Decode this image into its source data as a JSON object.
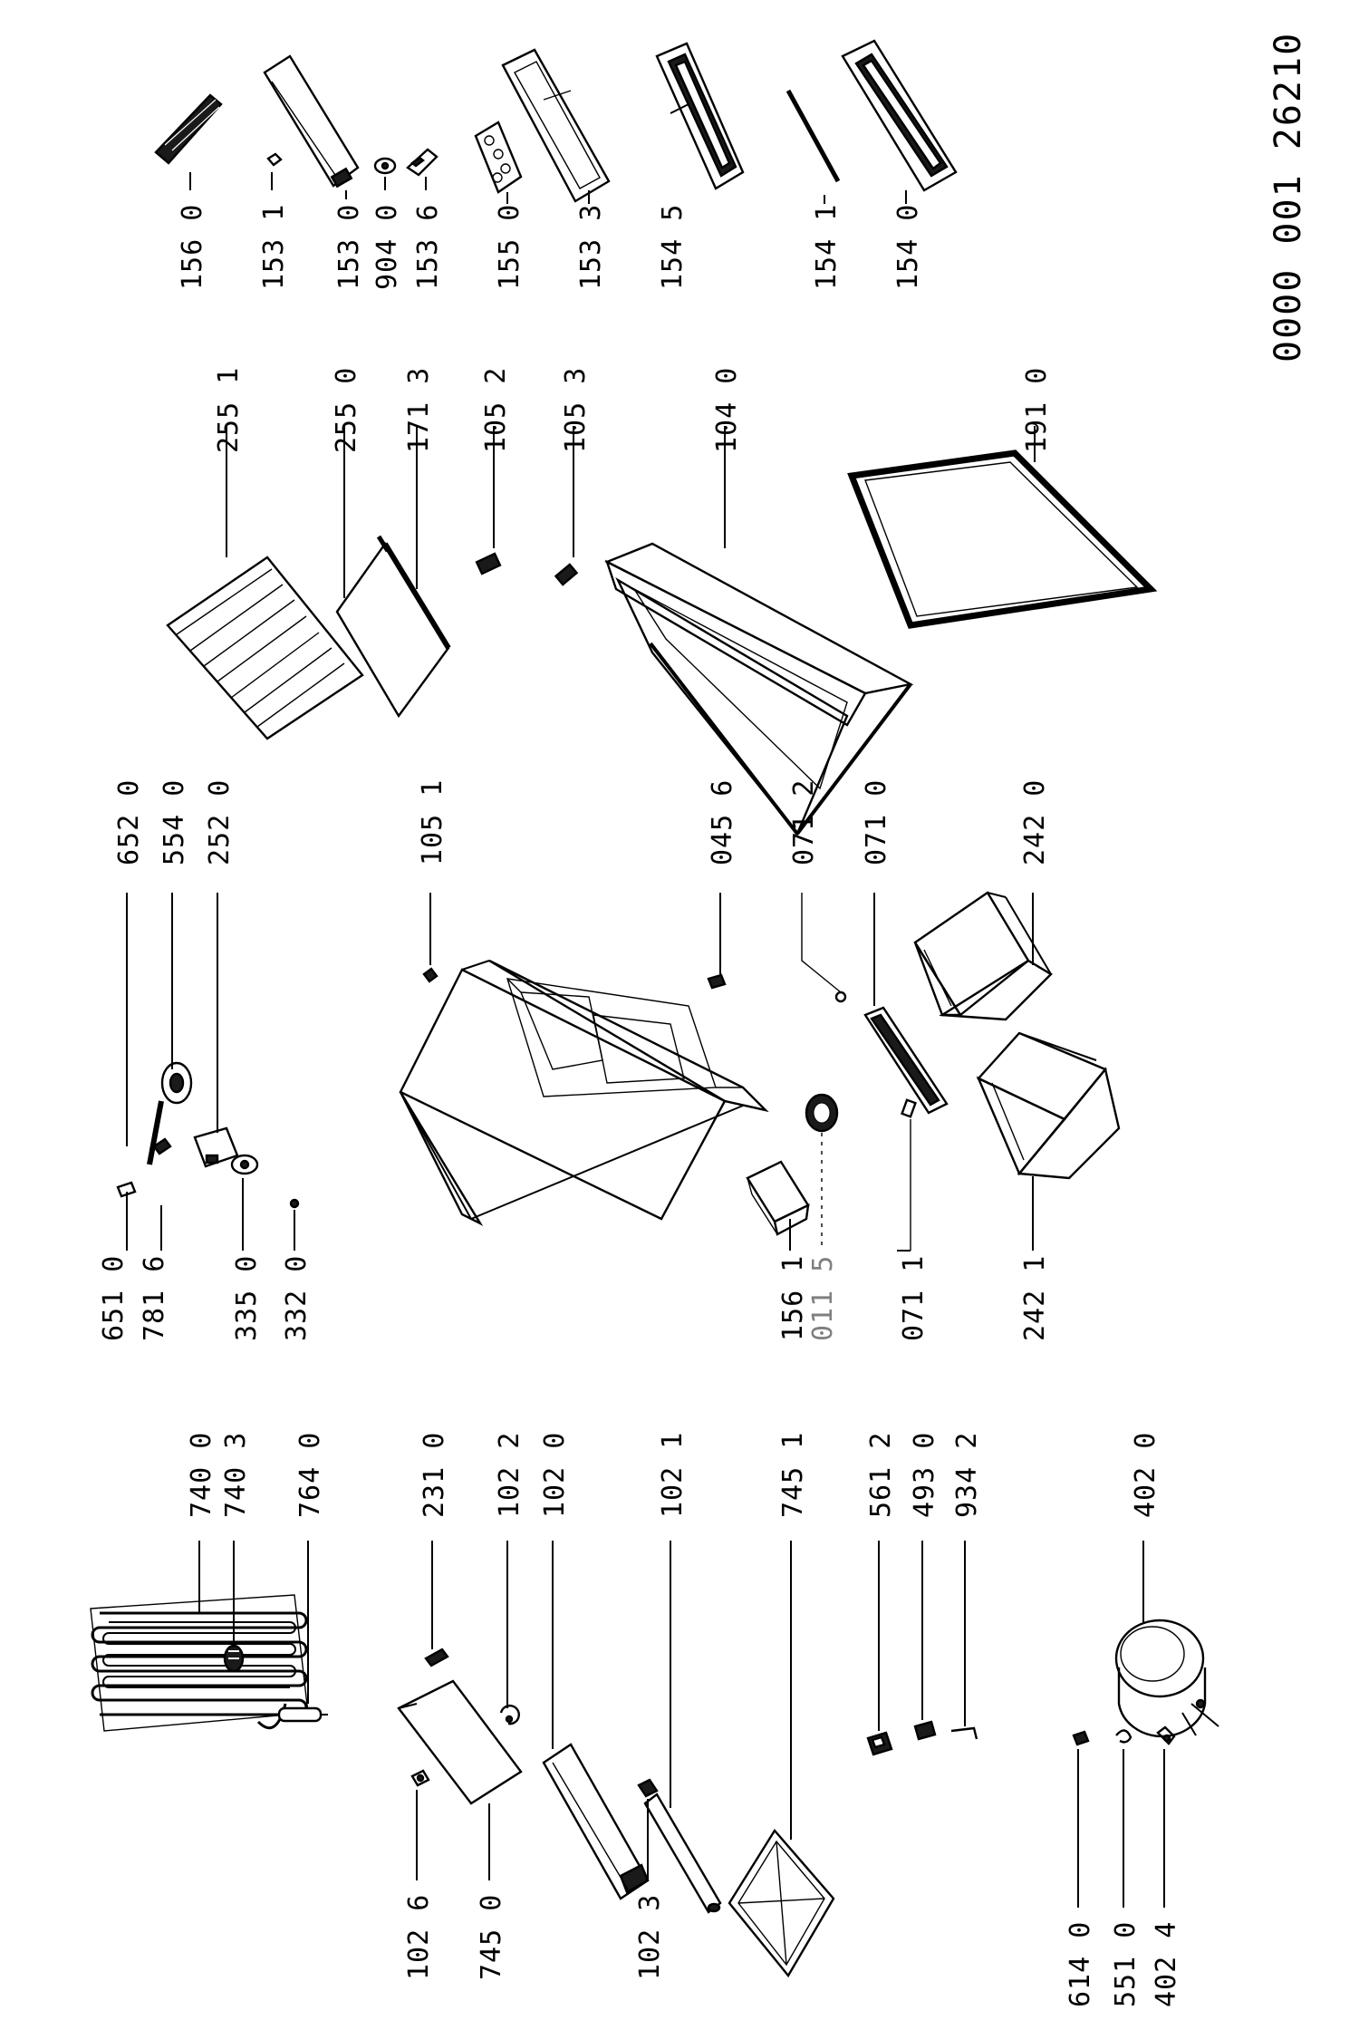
{
  "document": {
    "number": "0000 001 26210"
  },
  "labels": {
    "p156_0": "156 0",
    "p153_1": "153 1",
    "p153_0": "153 0",
    "p904_0": "904 0",
    "p153_6": "153 6",
    "p155_0": "155 0",
    "p153_3": "153 3",
    "p154_5": "154 5",
    "p154_1": "154 1",
    "p154_0": "154 0",
    "p255_1": "255 1",
    "p255_0": "255 0",
    "p171_3": "171 3",
    "p105_2": "105 2",
    "p105_3": "105 3",
    "p104_0": "104 0",
    "p191_0": "191 0",
    "p652_0": "652 0",
    "p554_0": "554 0",
    "p252_0": "252 0",
    "p105_1": "105 1",
    "p045_6": "045 6",
    "p071_2": "071 2",
    "p071_0": "071 0",
    "p242_0": "242 0",
    "p651_0": "651 0",
    "p781_6": "781 6",
    "p335_0": "335 0",
    "p332_0": "332 0",
    "p156_1": "156 1",
    "p011_5": "011 5",
    "p071_1": "071 1",
    "p242_1": "242 1",
    "p740_0": "740 0",
    "p740_3": "740 3",
    "p764_0": "764 0",
    "p231_0": "231 0",
    "p102_2": "102 2",
    "p102_0": "102 0",
    "p102_1": "102 1",
    "p745_1": "745 1",
    "p561_2": "561 2",
    "p493_0": "493 0",
    "p934_2": "934 2",
    "p402_0": "402 0",
    "p102_6": "102 6",
    "p745_0": "745 0",
    "p102_3": "102 3",
    "p614_0": "614 0",
    "p551_0": "551 0",
    "p402_4": "402 4"
  }
}
